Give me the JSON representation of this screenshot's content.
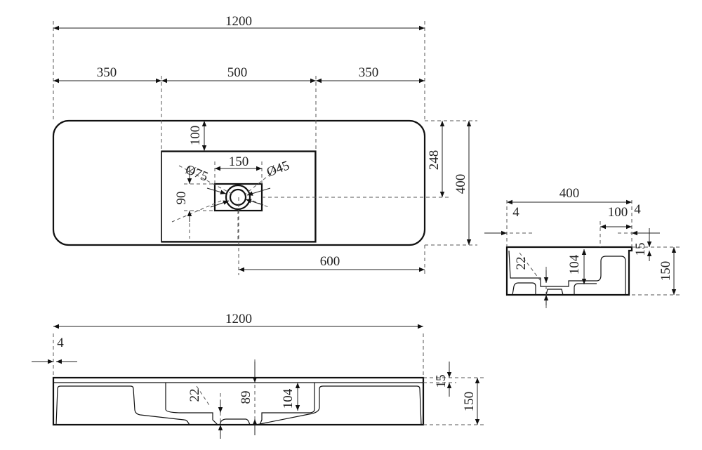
{
  "top_view": {
    "overall_width": "1200",
    "left_margin": "350",
    "basin_width": "500",
    "right_margin": "350",
    "basin_offset_top": "100",
    "drain_offset": "248",
    "depth": "400",
    "drain_from_right": "600",
    "overflow_spacing": "150",
    "overflow_height": "90",
    "dia_outer": "Ø75",
    "dia_inner": "Ø45"
  },
  "side_view": {
    "depth": "400",
    "wall_left": "4",
    "lip_width": "100",
    "wall_right": "4",
    "top_thickness": "15",
    "height": "150",
    "drain_depth": "22",
    "basin_depth": "104"
  },
  "front_view": {
    "width": "1200",
    "wall": "4",
    "top_thickness": "15",
    "height": "150",
    "drain_depth": "22",
    "drain_height": "89",
    "basin_depth": "104"
  }
}
